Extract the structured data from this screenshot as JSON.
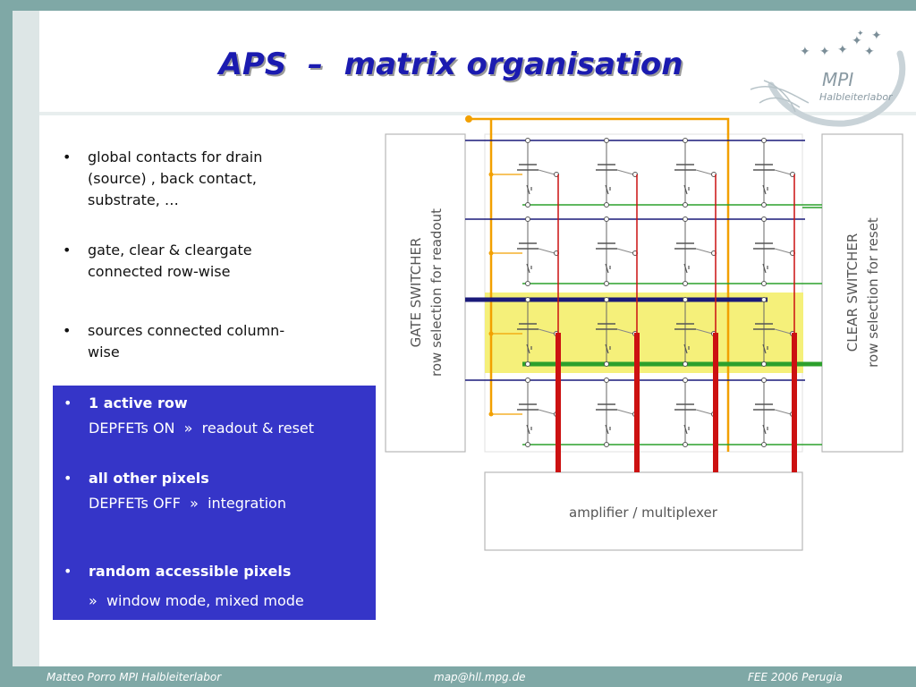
{
  "slide": {
    "title": "APS  –  matrix organisation"
  },
  "logo": {
    "name": "MPI",
    "subtitle": "Halbleiterlabor"
  },
  "bullets": [
    {
      "symbol": "•",
      "lines": [
        "global contacts for drain",
        "(source) , back contact,",
        "substrate, …"
      ]
    },
    {
      "symbol": "•",
      "lines": [
        "gate, clear & cleargate",
        "connected row-wise"
      ]
    },
    {
      "symbol": "•",
      "lines": [
        "sources connected column-",
        "wise"
      ]
    }
  ],
  "box": {
    "items": [
      {
        "symbol": "•",
        "heading": "1 active row",
        "detail": "DEPFETs ON  »  readout & reset"
      },
      {
        "symbol": "•",
        "heading": "all other pixels",
        "detail": "DEPFETs OFF  »  integration"
      },
      {
        "symbol": "•",
        "heading": "random accessible pixels",
        "detail": "»  window mode, mixed mode"
      }
    ],
    "colors": {
      "background": "#3535c8",
      "text": "#ffffff"
    }
  },
  "diagram": {
    "gate_switcher": {
      "line1": "GATE SWITCHER",
      "line2": "row selection for readout"
    },
    "clear_switcher": {
      "line1": "CLEAR SWITCHER",
      "line2": "row selection for reset"
    },
    "amplifier": "amplifier / multiplexer",
    "rows": 4,
    "columns": 4,
    "active_row": 3,
    "colors": {
      "gate_line": "#1a1a7a",
      "clear_line": "#2ca02c",
      "source_line": "#cc1111",
      "drain_line": "#f2a000",
      "highlight": "#f5f07a"
    }
  },
  "footer": {
    "author": "Matteo Porro  MPI Halbleiterlabor",
    "email": "map@hll.mpg.de",
    "event": "FEE 2006 Perugia"
  }
}
